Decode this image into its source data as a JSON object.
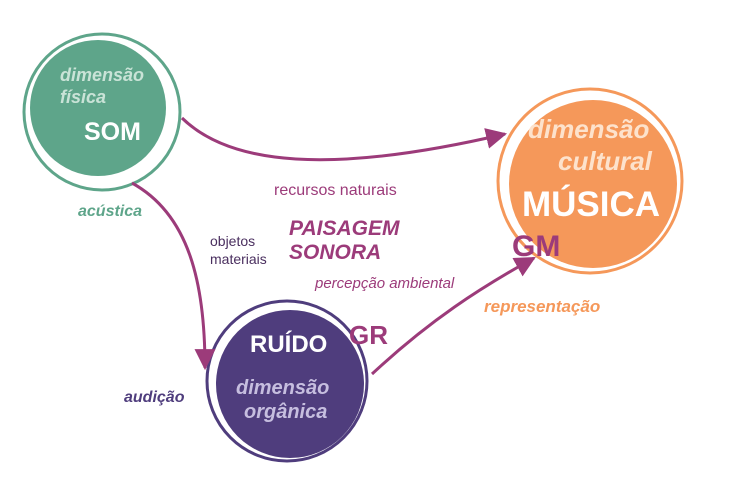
{
  "colors": {
    "green": "#5ea58a",
    "orange": "#f5985a",
    "purple_dark": "#4f3d7d",
    "magenta": "#9c3b7a",
    "light_text": "#c9e3d7",
    "light_orange_text": "#fde2cc",
    "light_purple_text": "#c6bedf"
  },
  "nodes": {
    "som": {
      "title": "SOM",
      "subtitle_line1": "dimensão",
      "subtitle_line2": "física",
      "side_label": "acústica"
    },
    "musica": {
      "title": "MÚSICA",
      "subtitle_line1": "dimensão",
      "subtitle_line2": "cultural",
      "side_label": "representação",
      "badge": "GM"
    },
    "ruido": {
      "title": "RUÍDO",
      "subtitle_line1": "dimensão",
      "subtitle_line2": "orgânica",
      "side_label": "audição",
      "badge": "GR"
    }
  },
  "edges": {
    "som_to_musica": "recursos naturais",
    "som_to_ruido_line1": "objetos",
    "som_to_ruido_line2": "materiais",
    "ruido_to_musica": "percepção ambiental"
  },
  "center": {
    "line1": "PAISAGEM",
    "line2": "SONORA"
  }
}
